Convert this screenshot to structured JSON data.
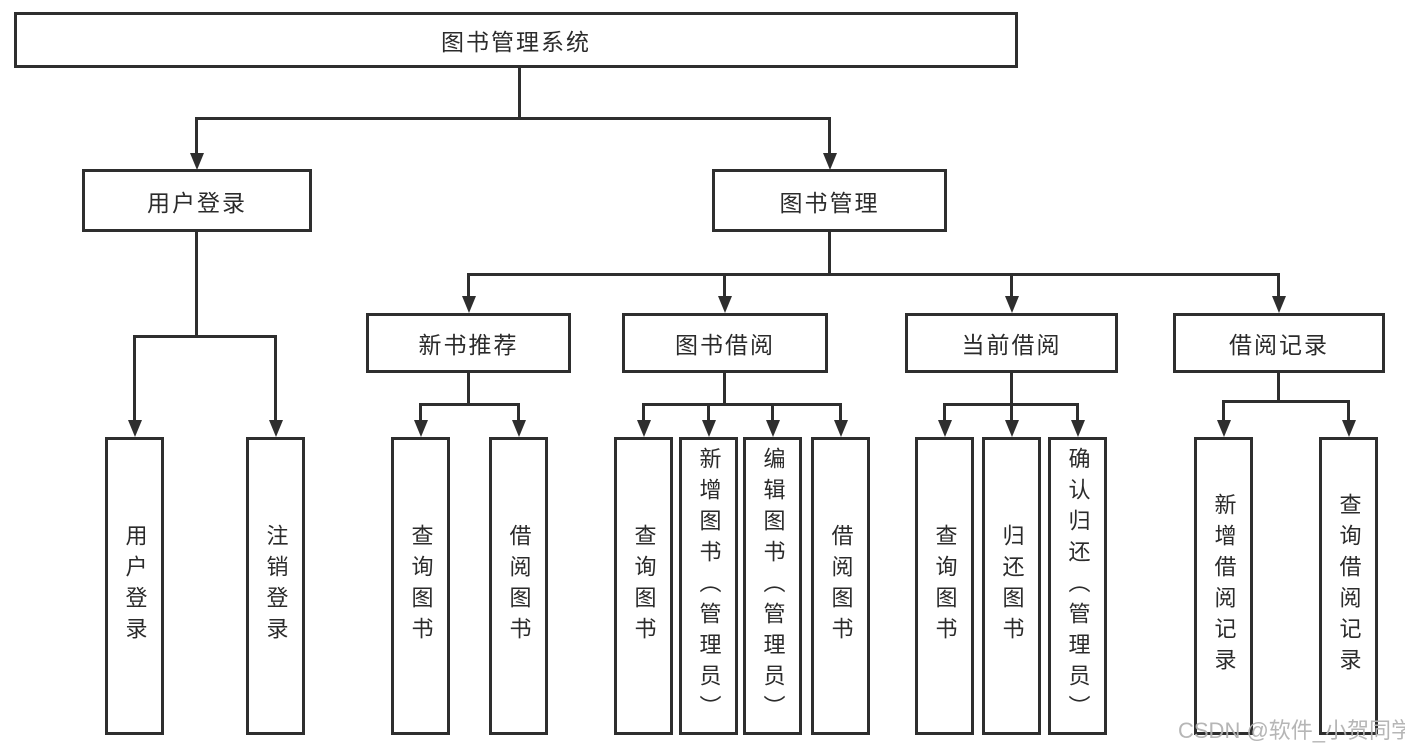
{
  "diagram_title": "图书管理系统",
  "colors": {
    "line": "#2e2e2e",
    "text": "#2b2b2b",
    "background": "#ffffff",
    "watermark": "#b2b2b2"
  },
  "watermark": {
    "text": "CSDN @软件_小贺同学"
  },
  "tree": {
    "label": "图书管理系统",
    "children": [
      {
        "label": "用户登录",
        "children": [
          {
            "label": "用户登录"
          },
          {
            "label": "注销登录"
          }
        ]
      },
      {
        "label": "图书管理",
        "children": [
          {
            "label": "新书推荐",
            "children": [
              {
                "label": "查询图书"
              },
              {
                "label": "借阅图书"
              }
            ]
          },
          {
            "label": "图书借阅",
            "children": [
              {
                "label": "查询图书"
              },
              {
                "label": "新增图书（管理员）"
              },
              {
                "label": "编辑图书（管理员）"
              },
              {
                "label": "借阅图书"
              }
            ]
          },
          {
            "label": "当前借阅",
            "children": [
              {
                "label": "查询图书"
              },
              {
                "label": "归还图书"
              },
              {
                "label": "确认归还（管理员）"
              }
            ]
          },
          {
            "label": "借阅记录",
            "children": [
              {
                "label": "新增借阅记录"
              },
              {
                "label": "查询借阅记录"
              }
            ]
          }
        ]
      }
    ]
  }
}
